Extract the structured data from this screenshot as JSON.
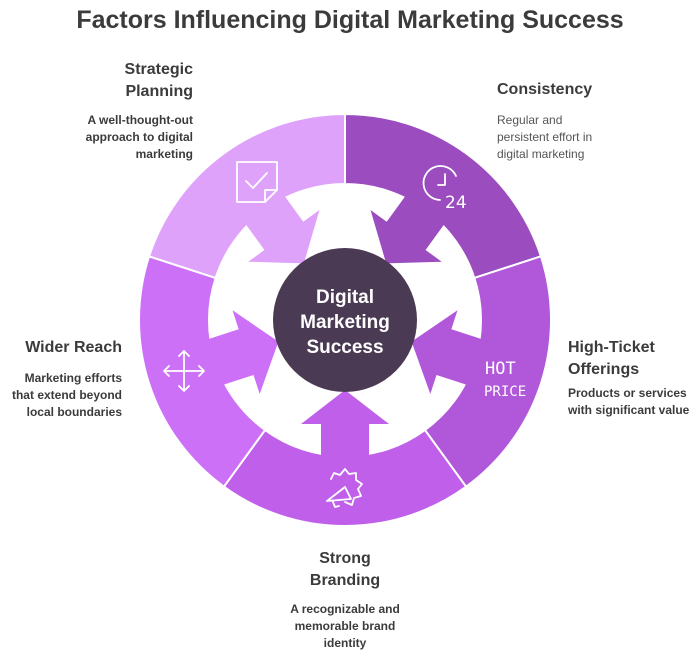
{
  "title": "Factors Influencing Digital Marketing Success",
  "center": {
    "line1": "Digital",
    "line2": "Marketing",
    "line3": "Success",
    "color": "#4b3a54"
  },
  "factors": [
    {
      "title1": "Consistency",
      "title2": "",
      "desc": [
        "Regular and",
        "persistent effort in",
        "digital marketing"
      ],
      "icon": "clock-24-icon",
      "color": "#9b4dbf"
    },
    {
      "title1": "High-Ticket",
      "title2": "Offerings",
      "desc": [
        "Products or services",
        "with significant value"
      ],
      "icon": "hot-price-icon",
      "icon_text1": "HOT",
      "icon_text2": "PRICE",
      "color": "#b057da"
    },
    {
      "title1": "Strong",
      "title2": "Branding",
      "desc": [
        "A recognizable and",
        "memorable brand",
        "identity"
      ],
      "icon": "megaphone-badge-icon",
      "color": "#c060ea"
    },
    {
      "title1": "Wider Reach",
      "title2": "",
      "desc": [
        "Marketing efforts",
        "that extend beyond",
        "local boundaries"
      ],
      "icon": "move-arrows-icon",
      "color": "#cd70f8"
    },
    {
      "title1": "Strategic",
      "title2": "Planning",
      "desc": [
        "A well-thought-out",
        "approach to digital",
        "marketing"
      ],
      "icon": "checklist-note-icon",
      "color": "#dfa2fb"
    }
  ]
}
